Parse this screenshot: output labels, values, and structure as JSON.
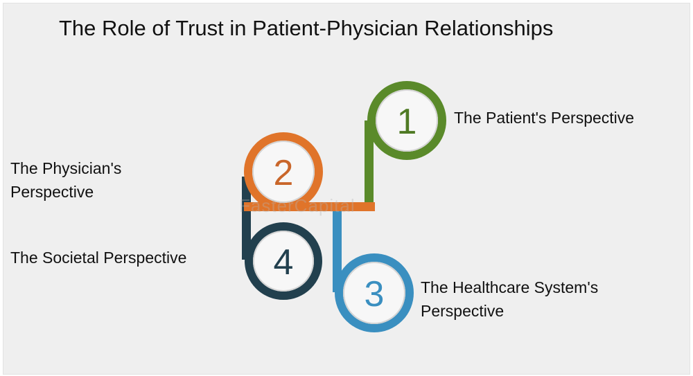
{
  "title": "The Role of Trust in Patient-Physician Relationships",
  "watermark": "FasterCapital",
  "steps": [
    {
      "number": "1",
      "label": "The Patient's Perspective",
      "color": "#5a8a2a"
    },
    {
      "number": "2",
      "label_line1": "The Physician's",
      "label_line2": "Perspective",
      "color": "#e0742a"
    },
    {
      "number": "3",
      "label_line1": "The Healthcare System's",
      "label_line2": "Perspective",
      "color": "#3a8fc0"
    },
    {
      "number": "4",
      "label": "The Societal Perspective",
      "color": "#22404e"
    }
  ]
}
